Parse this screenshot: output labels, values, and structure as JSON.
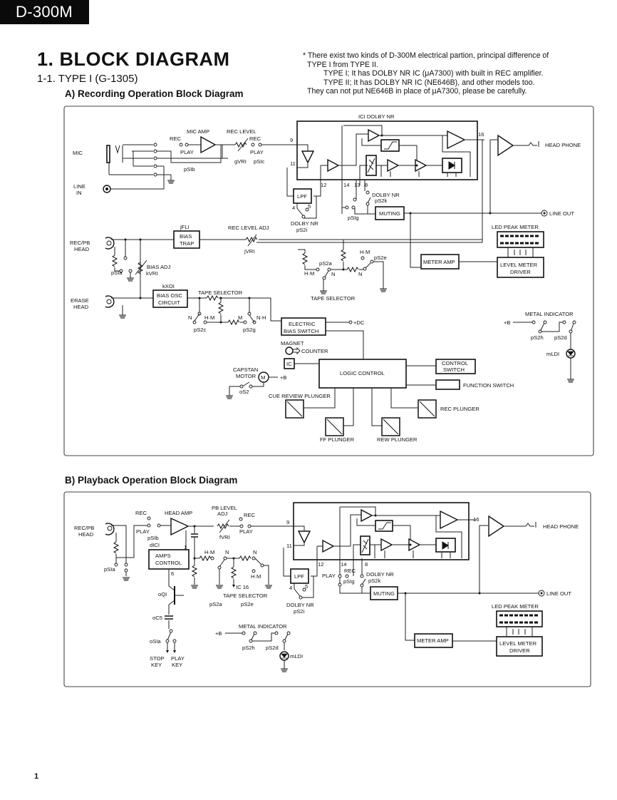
{
  "header": {
    "model": "D-300M",
    "title": "1. BLOCK DIAGRAM",
    "section": "1-1.  TYPE I (G-1305)",
    "diagram_a_title": "A) Recording Operation Block Diagram",
    "diagram_b_title": "B) Playback Operation Block Diagram"
  },
  "note": {
    "line1": "* There exist two kinds of D-300M electrical partion, principal difference of",
    "line2": "TYPE I from TYPE II.",
    "line3": "TYPE I;  It has DOLBY NR IC (μA7300) with built in REC amplifier.",
    "line4": "TYPE II;  It has DOLBY NR IC (NE646B), and other models too.",
    "line5": "They can not put NE646B in place of μA7300, please be carefully."
  },
  "diagram_a": {
    "ic_label": "ICI  DOLBY NR",
    "mic": "MIC",
    "line_in": [
      "LINE",
      "IN"
    ],
    "mic_amp": "MIC AMP",
    "rec_level": "REC LEVEL",
    "rec": "REC",
    "play": "PLAY",
    "gvr1": "gVRI",
    "psic": "pSIc",
    "psib": "pSIb",
    "pin9": "9",
    "pin11": "11",
    "pin12": "12",
    "pin14": "14",
    "pin13": "13",
    "pin8": "8",
    "pin16": "16",
    "pin4": "4",
    "pin5": "5",
    "lpf": "LPF",
    "dolby_nr": "DOLBY NR",
    "ps2k": "pS2k",
    "ps2i": "pS2i",
    "psig": "pSIg",
    "muting": "MUTING",
    "head_phone": "HEAD PHONE",
    "line_out": "LINE OUT",
    "led_peak_meter": "LED PEAK METER",
    "rec_pb_head": [
      "REC/PB",
      "HEAD"
    ],
    "jfl1": "jFLI",
    "bias_trap": [
      "BIAS",
      "TRAP"
    ],
    "rec_level_adj": "REC LEVEL ADJ",
    "jvr1": "jVRI",
    "psia": "pSIa",
    "bias_adj": "BIAS ADJ",
    "kvr1": "kVRI",
    "kxo1": "kXOI",
    "bias_osc": [
      "BIAS OSC",
      "CIRCUIT"
    ],
    "erase_head": [
      "ERASE",
      "HEAD"
    ],
    "tape_selector": "TAPE SELECTOR",
    "n": "N",
    "hm": "H·M",
    "m": "M",
    "nh": "N·H",
    "ps2c": "pS2c",
    "ps2g": "pS2g",
    "ps2a": "pS2a",
    "ps2e": "pS2e",
    "meter_amp": "METER AMP",
    "level_meter_driver": [
      "LEVEL METER",
      "DRIVER"
    ],
    "electric_bias_switch": [
      "ELECTRIC",
      "BIAS SWITCH"
    ],
    "plus_dc": "+DC",
    "magnet": "MAGNET",
    "counter": "COUNTER",
    "ic": "IC",
    "capstan_motor": [
      "CAPSTAN",
      "MOTOR"
    ],
    "motor_m": "M",
    "plus_b": "+B",
    "os2": "oS2",
    "logic_control": "LOGIC CONTROL",
    "control_switch": [
      "CONTROL",
      "SWITCH"
    ],
    "function_switch": "FUNCTION SWITCH",
    "cue_review_plunger": "CUE REVIEW PLUNGER",
    "rec_plunger": "REC PLUNGER",
    "ff_plunger": "FF PLUNGER",
    "rew_plunger": "REW PLUNGER",
    "metal_indicator": "METAL INDICATOR",
    "ps2h": "pS2h",
    "ps2d": "pS2d",
    "mld1": "mLDI"
  },
  "diagram_b": {
    "rec_pb_head": [
      "REC/PB",
      "HEAD"
    ],
    "rec": "REC",
    "play": "PLAY",
    "head_amp": "HEAD AMP",
    "pb_level_adj": [
      "PB LEVEL",
      "ADJ"
    ],
    "fvr1": "fVRI",
    "psib": "pSIb",
    "psia": "pSIa",
    "dic1": "dICI",
    "amps_control": [
      "AMPS",
      "CONTROL"
    ],
    "pin1": "1",
    "pin6": "6",
    "hm": "H·M",
    "n": "N",
    "ic16": "IC 16",
    "tape_selector": "TAPE SELECTOR",
    "ps2a": "pS2a",
    "ps2e": "pS2e",
    "oq1": "oQI",
    "oc5": "oC5",
    "osia": "oSIa",
    "stop_key": [
      "STOP",
      "KEY"
    ],
    "play_key": [
      "PLAY",
      "KEY"
    ],
    "metal_indicator": "METAL INDICATOR",
    "plus_b": "+B",
    "ps2h": "pS2h",
    "ps2d": "pS2d",
    "mld1": "mLDI",
    "pin9": "9",
    "pin11": "11",
    "pin12": "12",
    "pin14": "14",
    "pin8": "8",
    "pin16": "16",
    "pin4": "4",
    "pin5": "5",
    "lpf": "LPF",
    "dolby_nr": "DOLBY NR",
    "ps2i": "pS2i",
    "psig": "pSIg",
    "ps2k": "pS2k",
    "muting": "MUTING",
    "head_phone": "HEAD PHONE",
    "line_out": "LINE OUT",
    "led_peak_meter": "LED PEAK METER",
    "meter_amp": "METER AMP",
    "level_meter_driver": [
      "LEVEL METER",
      "DRIVER"
    ]
  },
  "footer": {
    "page_number": "1"
  }
}
